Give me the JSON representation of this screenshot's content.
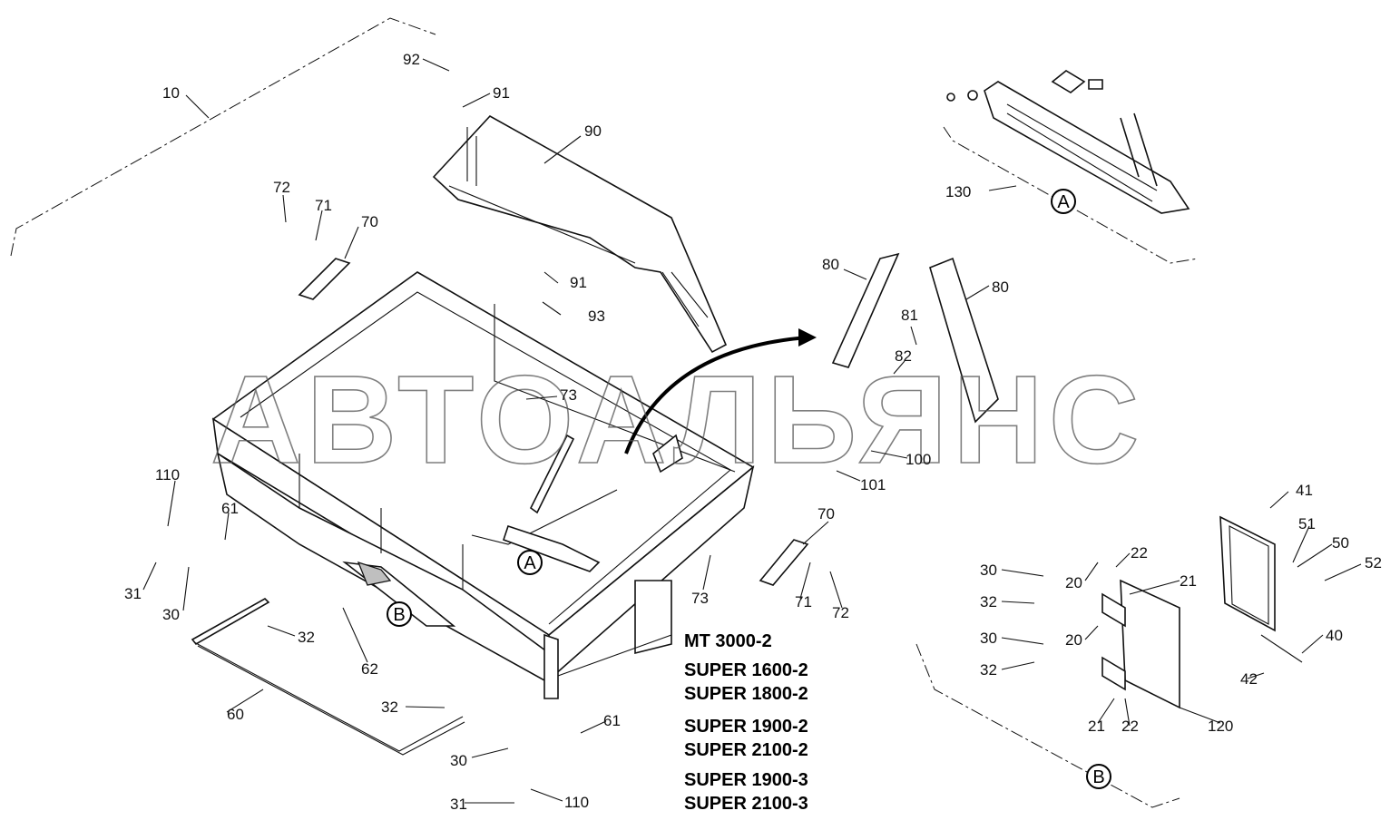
{
  "watermark": "АВТОАЛЬЯНС",
  "models": [
    "MT 3000-2",
    "SUPER 1600-2",
    "SUPER 1800-2",
    "SUPER 1900-2",
    "SUPER 2100-2",
    "SUPER 1900-3",
    "SUPER 2100-3"
  ],
  "detail_badges": {
    "a": "A",
    "b": "B"
  },
  "callouts": {
    "c10": "10",
    "c92": "92",
    "c91a": "91",
    "c90": "90",
    "c72a": "72",
    "c71a": "71",
    "c70a": "70",
    "c91b": "91",
    "c93": "93",
    "c73a": "73",
    "c130": "130",
    "c80a": "80",
    "c80b": "80",
    "c81": "81",
    "c82": "82",
    "c100": "100",
    "c101": "101",
    "c110a": "110",
    "c61a": "61",
    "c31a": "31",
    "c30a": "30",
    "c32a": "32",
    "c62": "62",
    "c60": "60",
    "c73b": "73",
    "c70b": "70",
    "c71b": "71",
    "c72b": "72",
    "c32b": "32",
    "c61b": "61",
    "c30b": "30",
    "c31b": "31",
    "c110b": "110",
    "c41": "41",
    "c51": "51",
    "c50": "50",
    "c52": "52",
    "c22a": "22",
    "c30c": "30",
    "c20a": "20",
    "c21a": "21",
    "c32c": "32",
    "c30d": "30",
    "c20b": "20",
    "c40": "40",
    "c32d": "32",
    "c42": "42",
    "c21b": "21",
    "c22b": "22",
    "c120": "120"
  }
}
